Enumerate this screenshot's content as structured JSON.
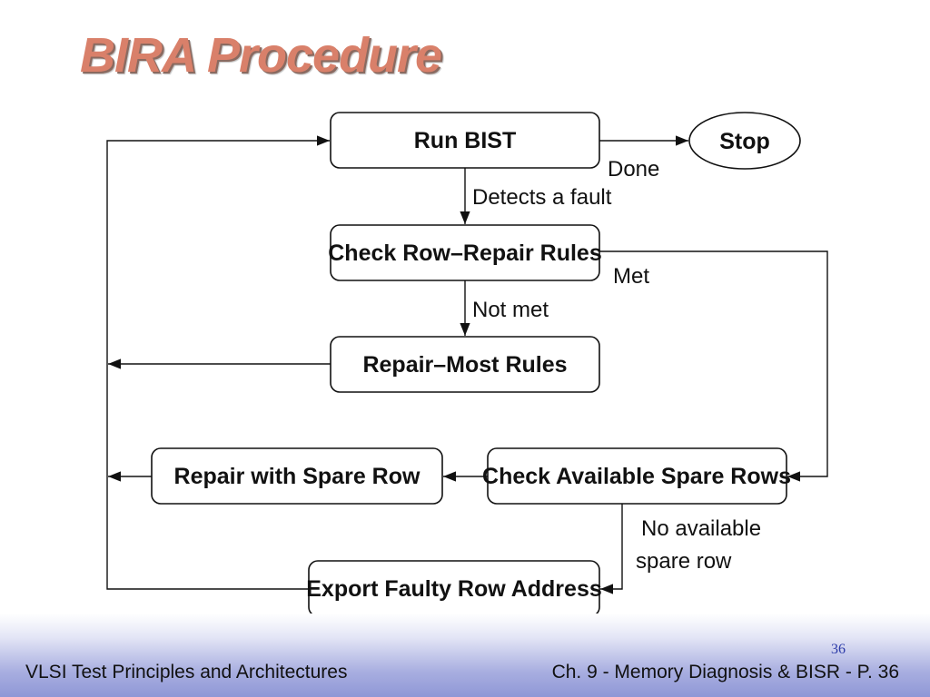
{
  "slide": {
    "title": "BIRA Procedure",
    "slide_number": "36"
  },
  "diagram": {
    "nodes": {
      "run_bist": "Run BIST",
      "stop": "Stop",
      "check_row_repair": "Check Row–Repair Rules",
      "repair_most": "Repair–Most Rules",
      "check_spare_rows": "Check Available Spare Rows",
      "repair_spare_row": "Repair with Spare Row",
      "export_address": "Export Faulty Row Address"
    },
    "edges": {
      "done": "Done",
      "detects_fault": "Detects a fault",
      "met": "Met",
      "not_met": "Not met",
      "no_spare_line1": "No available",
      "no_spare_line2": "spare row"
    }
  },
  "footer": {
    "left": "VLSI Test Principles and Architectures",
    "right": "Ch. 9 - Memory Diagnosis & BISR - P. 36"
  }
}
